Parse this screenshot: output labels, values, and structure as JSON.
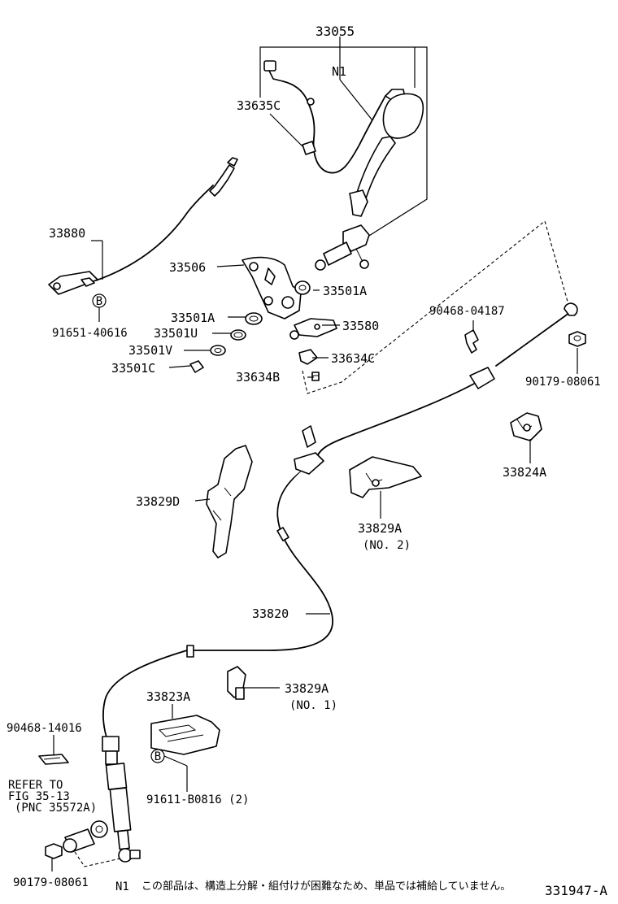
{
  "labels": {
    "p33055": "33055",
    "n1": "N1",
    "p33635C": "33635C",
    "p33880": "33880",
    "p33506": "33506",
    "p33501A_top": "33501A",
    "p33501A_left": "33501A",
    "p33501U": "33501U",
    "p33501V": "33501V",
    "p33501C": "33501C",
    "p33580": "33580",
    "p33634C": "33634C",
    "p33634B": "33634B",
    "p91651": "91651-40616",
    "p90468_04187": "90468-04187",
    "p90179_top": "90179-08061",
    "p33824A": "33824A",
    "p33829D": "33829D",
    "p33829A_2": "33829A",
    "p33829A_2_sub": "(NO. 2)",
    "p33820": "33820",
    "p33823A": "33823A",
    "p33829A_1": "33829A",
    "p33829A_1_sub": "(NO. 1)",
    "p90468_14016": "90468-14016",
    "refer_1": "REFER TO",
    "refer_2": "FIG 35-13",
    "refer_3": "(PNC 35572A)",
    "p91611": "91611-B0816 (2)",
    "p90179_bottom": "90179-08061"
  },
  "symbols": {
    "b_top": "B",
    "b_bottom": "B"
  },
  "footnote": {
    "marker": "N1",
    "text": "この部品は、構造上分解・組付けが困難なため、単品では補給していません。"
  },
  "diagram_id": "331947-A"
}
